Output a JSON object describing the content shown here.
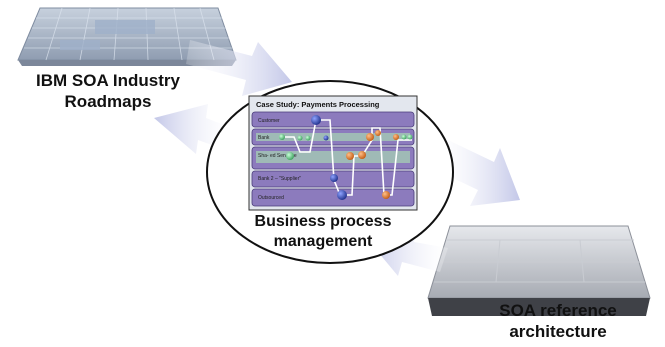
{
  "nodes": {
    "roadmaps": {
      "label_line1": "IBM SOA Industry",
      "label_line2": "Roadmaps"
    },
    "reference_architecture": {
      "label_line1": "SOA reference",
      "label_line2": "architecture"
    },
    "bpm": {
      "label_line1": "Business process",
      "label_line2": "management"
    }
  },
  "case_study": {
    "title": "Case Study:  Payments Processing",
    "lanes": [
      "Customer",
      "Bank",
      "Sha- ed Serv- ice",
      "Bank 2 – \"Supplier\"",
      "Outsourced"
    ]
  },
  "colors": {
    "lane_fill": "#8c7bbd",
    "lane_highlight": "#a7d5b4",
    "node_blue": "#2b3f9e",
    "node_green": "#6fcf8c",
    "node_orange": "#e07828",
    "arrow": "#c8cbe8",
    "panel_bg": "#aab6c8"
  }
}
